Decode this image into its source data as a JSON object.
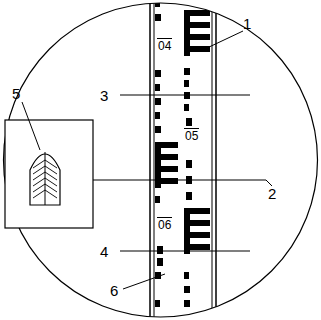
{
  "diagram": {
    "labels": [
      "04",
      "05",
      "06",
      "1",
      "2",
      "3",
      "4",
      "5",
      "6"
    ]
  }
}
